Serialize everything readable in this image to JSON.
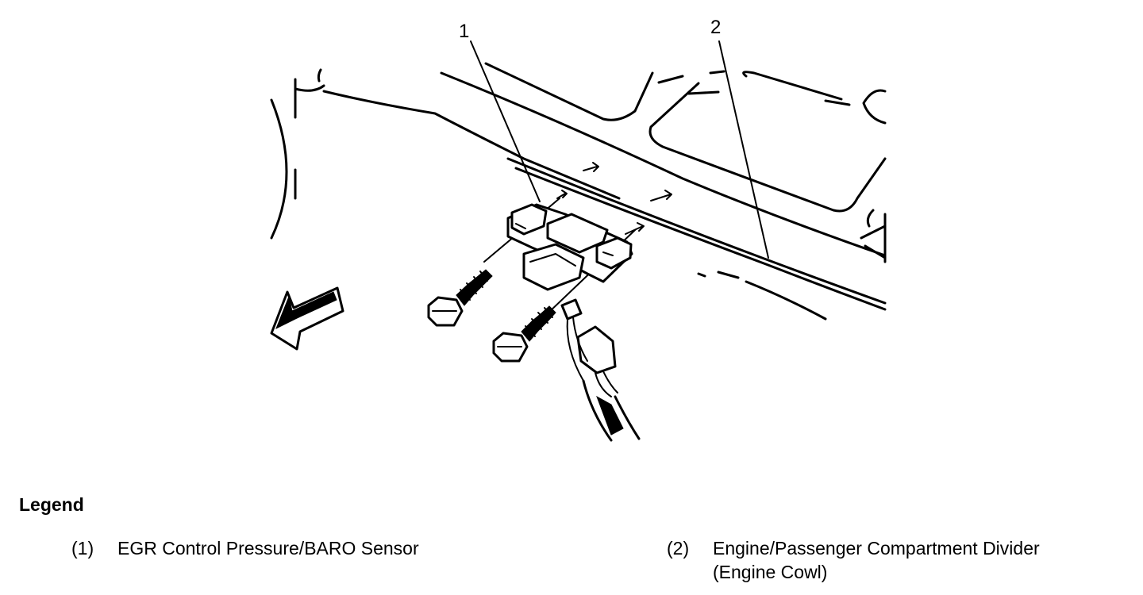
{
  "callouts": {
    "one": "1",
    "two": "2"
  },
  "legend": {
    "title": "Legend",
    "items": [
      {
        "num": "(1)",
        "lines": [
          "EGR Control Pressure/BARO Sensor"
        ]
      },
      {
        "num": "(2)",
        "lines": [
          "Engine/Passenger Compartment Divider",
          "(Engine Cowl)"
        ]
      }
    ]
  },
  "icons": {
    "direction_arrow": "forward-arrow-icon"
  }
}
